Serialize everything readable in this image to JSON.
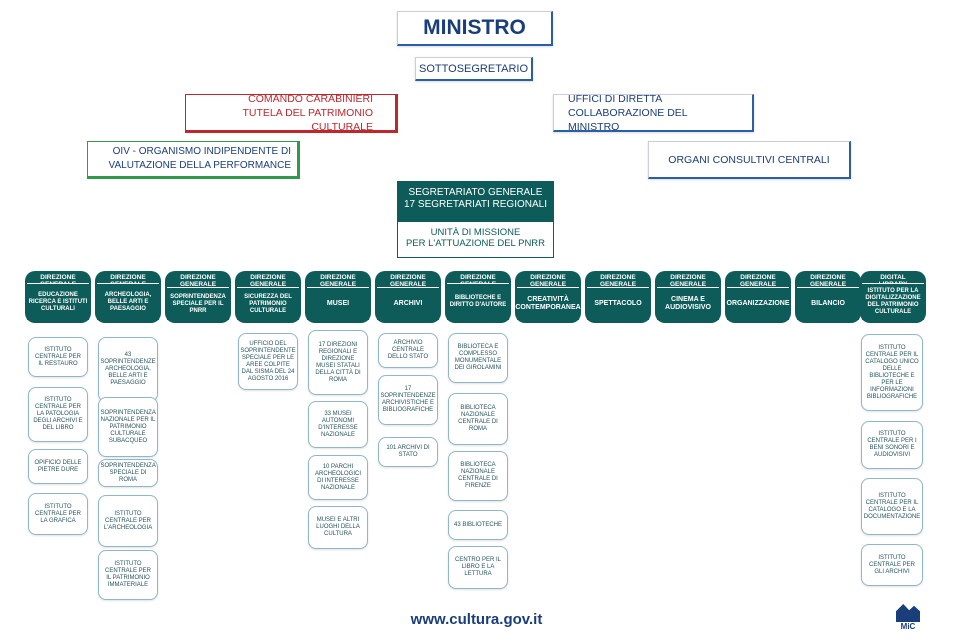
{
  "top": {
    "ministro": "MINISTRO",
    "sottosegretario": "SOTTOSEGRETARIO",
    "carabinieri": "COMANDO CARABINIERI TUTELA DEL PATRIMONIO CULTURALE",
    "uffici": "UFFICI DI DIRETTA COLLABORAZIONE DEL MINISTRO",
    "oiv": "OIV - ORGANISMO INDIPENDENTE DI VALUTAZIONE DELLA PERFORMANCE",
    "organi": "ORGANI CONSULTIVI CENTRALI",
    "segretariato_line1": "SEGRETARIATO GENERALE",
    "segretariato_line2": "17 SEGRETARIATI REGIONALI",
    "unita_line1": "UNITÀ DI MISSIONE",
    "unita_line2": "PER L'ATTUAZIONE DEL PNRR"
  },
  "directions": [
    {
      "head": "DIREZIONE GENERALE",
      "label": "EDUCAZIONE RICERCA E ISTITUTI CULTURALI",
      "subs": [
        "ISTITUTO CENTRALE PER IL RESTAURO",
        "ISTITUTO CENTRALE PER LA PATOLOGIA DEGLI ARCHIVI E DEL LIBRO",
        "OPIFICIO DELLE PIETRE DURE",
        "ISTITUTO CENTRALE PER LA GRAFICA"
      ]
    },
    {
      "head": "DIREZIONE GENERALE",
      "label": "ARCHEOLOGIA, BELLE ARTI E PAESAGGIO",
      "subs": [
        "43 SOPRINTENDENZE ARCHEOLOGIA, BELLE ARTI E PAESAGGIO",
        "SOPRINTENDENZA NAZIONALE PER IL PATRIMONIO CULTURALE SUBACQUEO",
        "SOPRINTENDENZA SPECIALE DI ROMA",
        "ISTITUTO CENTRALE PER L'ARCHEOLOGIA",
        "ISTITUTO CENTRALE PER IL PATRIMONIO IMMATERIALE"
      ]
    },
    {
      "head": "DIREZIONE GENERALE",
      "label": "SOPRINTENDENZA SPECIALE PER IL PNRR",
      "subs": []
    },
    {
      "head": "DIREZIONE GENERALE",
      "label": "SICUREZZA DEL PATRIMONIO CULTURALE",
      "subs": [
        "UFFICIO DEL SOPRINTENDENTE SPECIALE PER LE AREE COLPITE DAL SISMA DEL 24 AGOSTO 2016"
      ]
    },
    {
      "head": "DIREZIONE GENERALE",
      "label": "MUSEI",
      "subs": [
        "17 DIREZIONI REGIONALI E DIREZIONE MUSEI STATALI DELLA CITTÀ DI ROMA",
        "33 MUSEI AUTONOMI D'INTERESSE NAZIONALE",
        "10 PARCHI ARCHEOLOGICI DI INTERESSE NAZIONALE",
        "MUSEI E ALTRI LUOGHI DELLA CULTURA"
      ]
    },
    {
      "head": "DIREZIONE GENERALE",
      "label": "ARCHIVI",
      "subs": [
        "ARCHIVIO CENTRALE DELLO STATO",
        "17 SOPRINTENDENZE ARCHIVISTICHE E BIBLIOGRAFICHE",
        "101 ARCHIVI DI STATO"
      ]
    },
    {
      "head": "DIREZIONE GENERALE",
      "label": "BIBLIOTECHE E DIRITTO D'AUTORE",
      "subs": [
        "BIBLIOTECA E COMPLESSO MONUMENTALE DEI GIROLAMINI",
        "BIBLIOTECA NAZIONALE CENTRALE DI ROMA",
        "BIBLIOTECA NAZIONALE CENTRALE DI FIRENZE",
        "43 BIBLIOTECHE",
        "CENTRO PER IL LIBRO E LA LETTURA"
      ]
    },
    {
      "head": "DIREZIONE GENERALE",
      "label": "CREATIVITÀ CONTEMPORANEA",
      "subs": []
    },
    {
      "head": "DIREZIONE GENERALE",
      "label": "SPETTACOLO",
      "subs": []
    },
    {
      "head": "DIREZIONE GENERALE",
      "label": "CINEMA E AUDIOVISIVO",
      "subs": []
    },
    {
      "head": "DIREZIONE GENERALE",
      "label": "ORGANIZZAZIONE",
      "subs": []
    },
    {
      "head": "DIREZIONE GENERALE",
      "label": "BILANCIO",
      "subs": []
    },
    {
      "head": "DIGITAL LIBRARY",
      "label": "ISTITUTO PER LA DIGITALIZZAZIONE DEL PATRIMONIO CULTURALE",
      "subs": [
        "ISTITUTO CENTRALE PER IL CATALOGO UNICO DELLE BIBLIOTECHE E PER LE INFORMAZIONI BIBLIOGRAFICHE",
        "ISTITUTO CENTRALE PER I BENI SONORI E AUDIOVISIVI",
        "ISTITUTO CENTRALE PER IL CATALOGO E LA DOCUMENTAZIONE",
        "ISTITUTO CENTRALE PER GLI ARCHIVI"
      ]
    }
  ],
  "footer": {
    "url": "www.cultura.gov.it",
    "logo_text": "MiC"
  },
  "colors": {
    "navy": "#1a3e7a",
    "teal": "#0e5c5a",
    "red": "#c0272d",
    "green": "#2f9a4a",
    "sub_border": "#8fb7c9"
  }
}
